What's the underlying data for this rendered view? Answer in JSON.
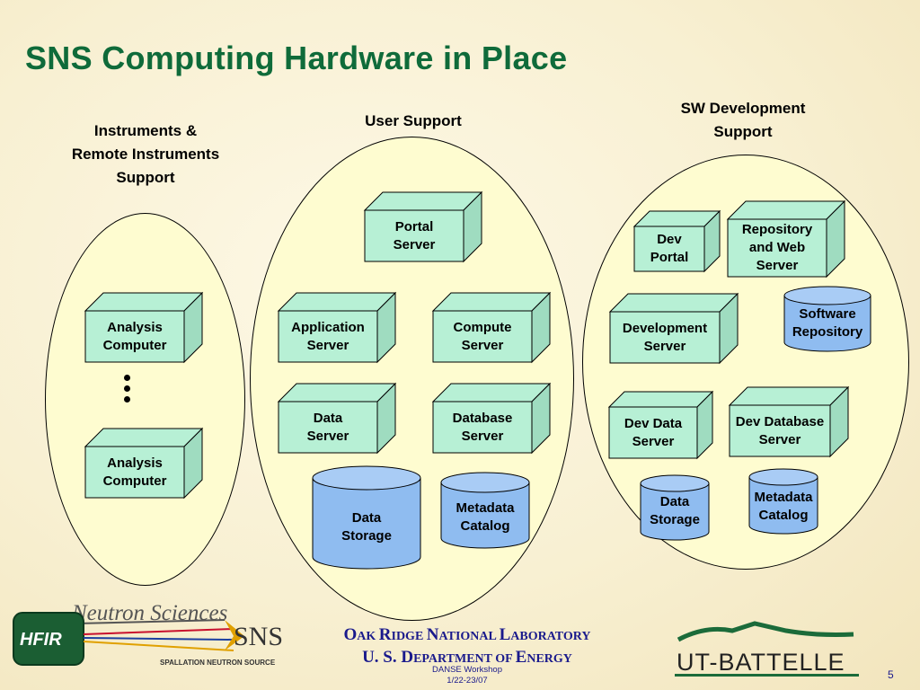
{
  "slide": {
    "title": "SNS Computing Hardware in Place",
    "page_number": "5"
  },
  "columns": {
    "instruments": {
      "label_line1": "Instruments &",
      "label_line2": "Remote Instruments",
      "label_line3": "Support",
      "items": [
        "Analysis\nComputer",
        "Analysis\nComputer"
      ]
    },
    "user_support": {
      "label": "User Support",
      "items": [
        "Portal\nServer",
        "Application\nServer",
        "Compute\nServer",
        "Data\nServer",
        "Database\nServer",
        "Data\nStorage",
        "Metadata\nCatalog"
      ]
    },
    "sw_development": {
      "label_line1": "SW Development",
      "label_line2": "Support",
      "items": [
        "Dev\nPortal",
        "Repository\nand Web\nServer",
        "Software\nRepository",
        "Development\nServer",
        "Dev Data\nServer",
        "Dev Database\nServer",
        "Data\nStorage",
        "Metadata\nCatalog"
      ]
    }
  },
  "footer": {
    "logo_neutron_sciences": "Neutron Sciences",
    "logo_hfir": "HFIR",
    "logo_sns": "SNS",
    "logo_sns_sub": "SPALLATION NEUTRON SOURCE",
    "org_line1_big1": "O",
    "org_line1_small1": "AK ",
    "org_line1_big2": "R",
    "org_line1_small2": "IDGE ",
    "org_line1_big3": "N",
    "org_line1_small3": "ATIONAL ",
    "org_line1_big4": "L",
    "org_line1_small4": "ABORATORY",
    "org_line2_big1": "U. S. D",
    "org_line2_small1": "EPARTMENT OF ",
    "org_line2_big2": "E",
    "org_line2_small2": "NERGY",
    "workshop": "DANSE Workshop",
    "dates": "1/22-23/07",
    "logo_ut_battelle": "UT-BATTELLE"
  },
  "colors": {
    "title_green": "#0f6b3a",
    "server_fill": "#b7f0d5",
    "storage_fill": "#8fbcf0",
    "ellipse_fill": "#fefcd0"
  }
}
